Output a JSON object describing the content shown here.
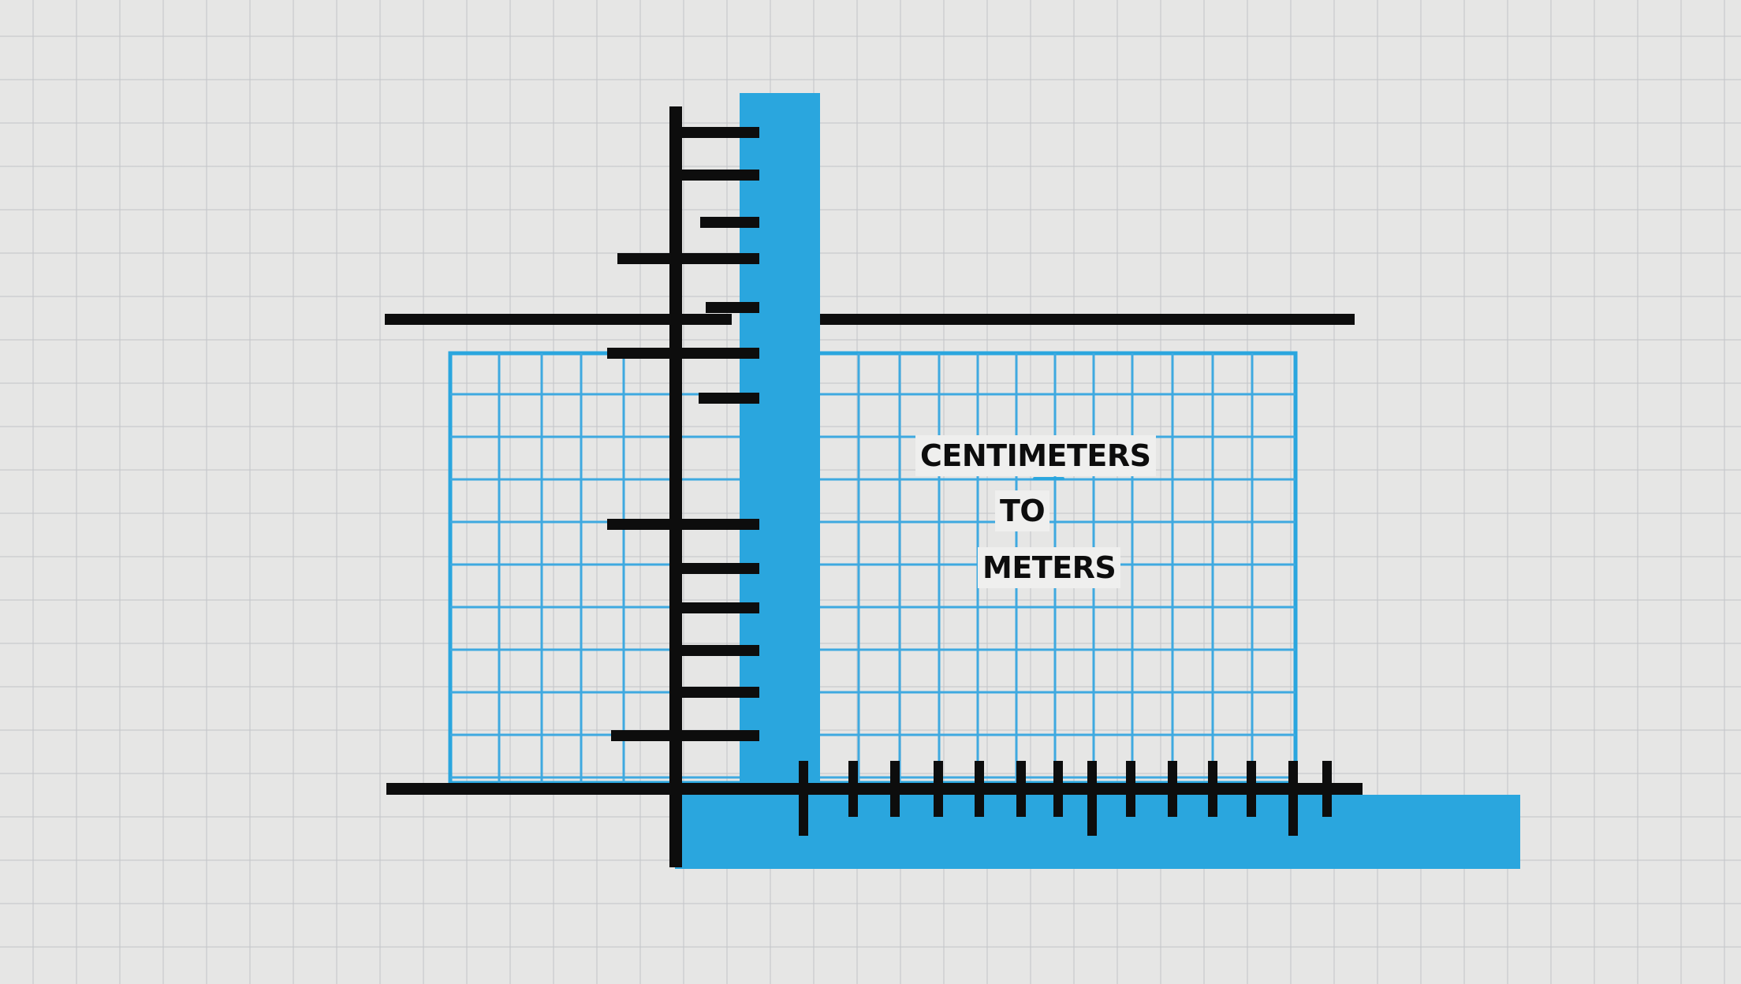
{
  "labels": {
    "title": "CENTIMETERS",
    "connector": "TO",
    "unit": "METERS"
  },
  "colors": {
    "background": "#e6e6e5",
    "background_grid": "#c4c6ca",
    "accent_blue": "#2aa6de",
    "ink": "#0d0d0d"
  },
  "icons": {
    "vertical_ruler": "ruler-vertical-icon",
    "horizontal_ruler": "ruler-horizontal-icon",
    "grid_panel": "grid-panel-icon"
  }
}
